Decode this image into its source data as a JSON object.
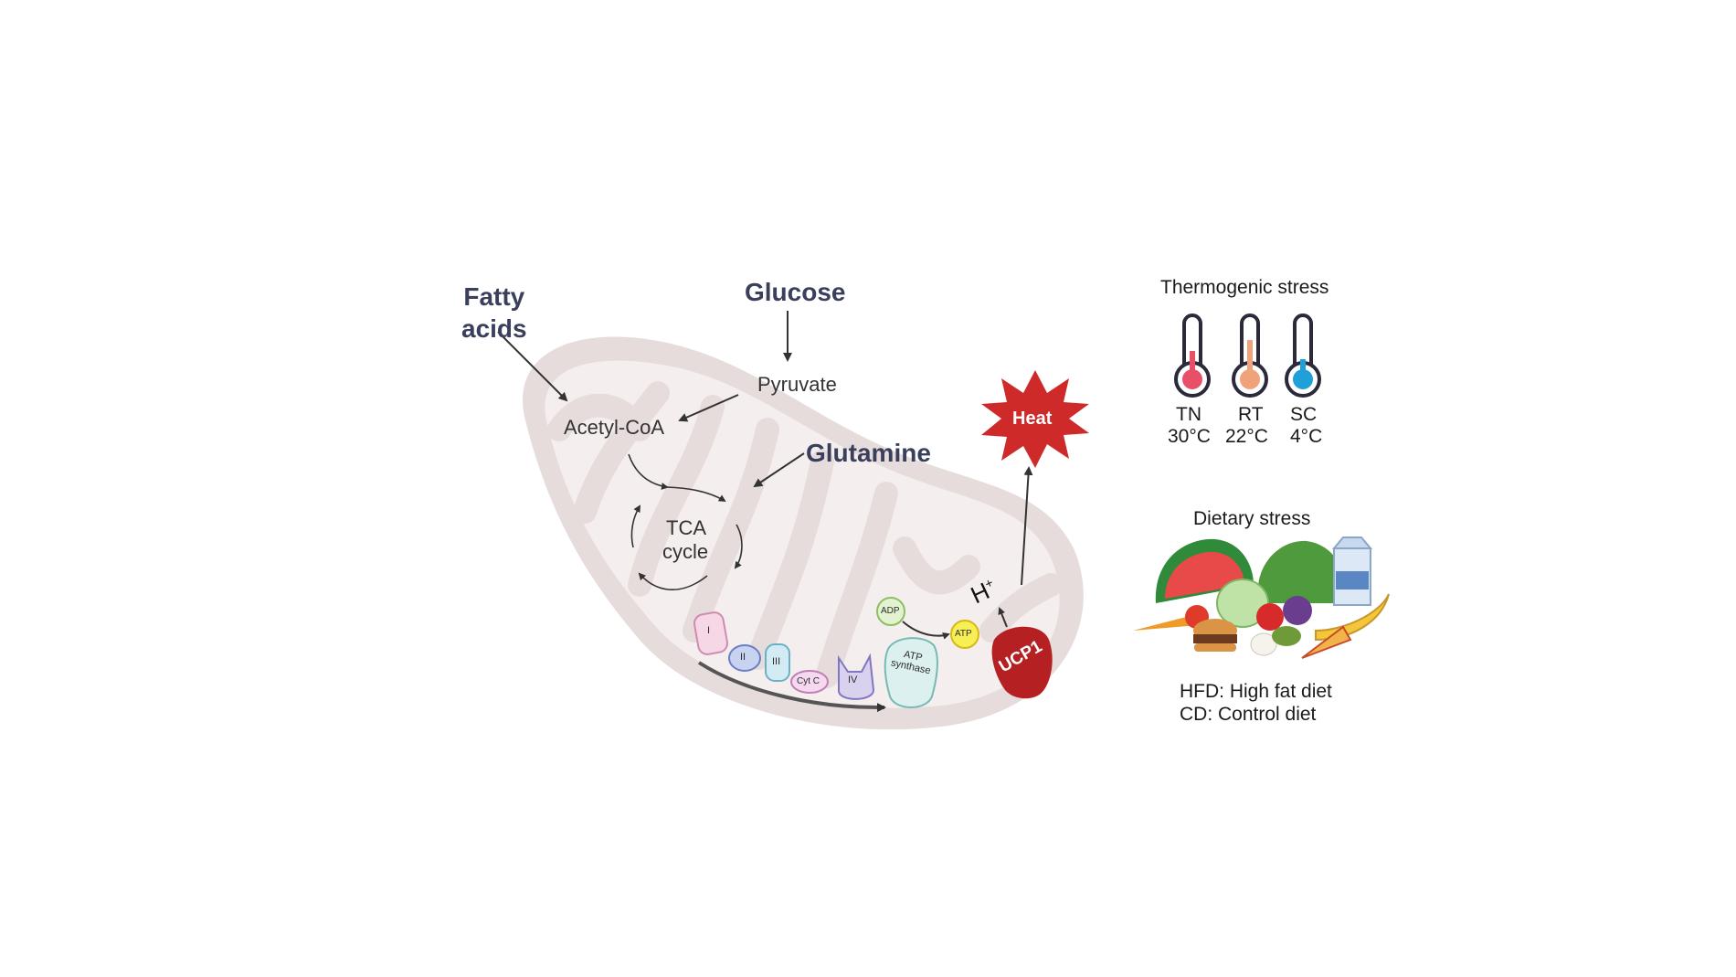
{
  "substrates": {
    "fatty_acids": "Fatty\nacids",
    "glucose": "Glucose",
    "glutamine": "Glutamine"
  },
  "metabolites": {
    "pyruvate": "Pyruvate",
    "acetyl_coa": "Acetyl-CoA",
    "tca_line1": "TCA",
    "tca_line2": "cycle"
  },
  "etc": {
    "complex_1": "I",
    "complex_2": "II",
    "complex_3": "III",
    "cyt_c": "Cyt C",
    "complex_4": "IV",
    "atp_synthase": "ATP\nsynthase",
    "adp": "ADP",
    "atp": "ATP"
  },
  "ucp1": {
    "label": "UCP1",
    "proton": "H",
    "proton_charge": "+",
    "heat": "Heat"
  },
  "thermogenic": {
    "title": "Thermogenic stress",
    "thermometers": [
      {
        "abbr": "TN",
        "temp": "30°C",
        "color": "#e8506a"
      },
      {
        "abbr": "RT",
        "temp": "22°C",
        "color": "#f0a27a"
      },
      {
        "abbr": "SC",
        "temp": "4°C",
        "color": "#1fa0d8"
      }
    ]
  },
  "dietary": {
    "title": "Dietary stress",
    "legend_1": "HFD: High fat diet",
    "legend_2": "CD: Control diet"
  },
  "colors": {
    "mito_outer": "#e7dedd",
    "mito_inner": "#f3eeed",
    "ucp1": "#b82020",
    "heat": "#cf2a2a",
    "substrate_text": "#3a3f5c"
  }
}
